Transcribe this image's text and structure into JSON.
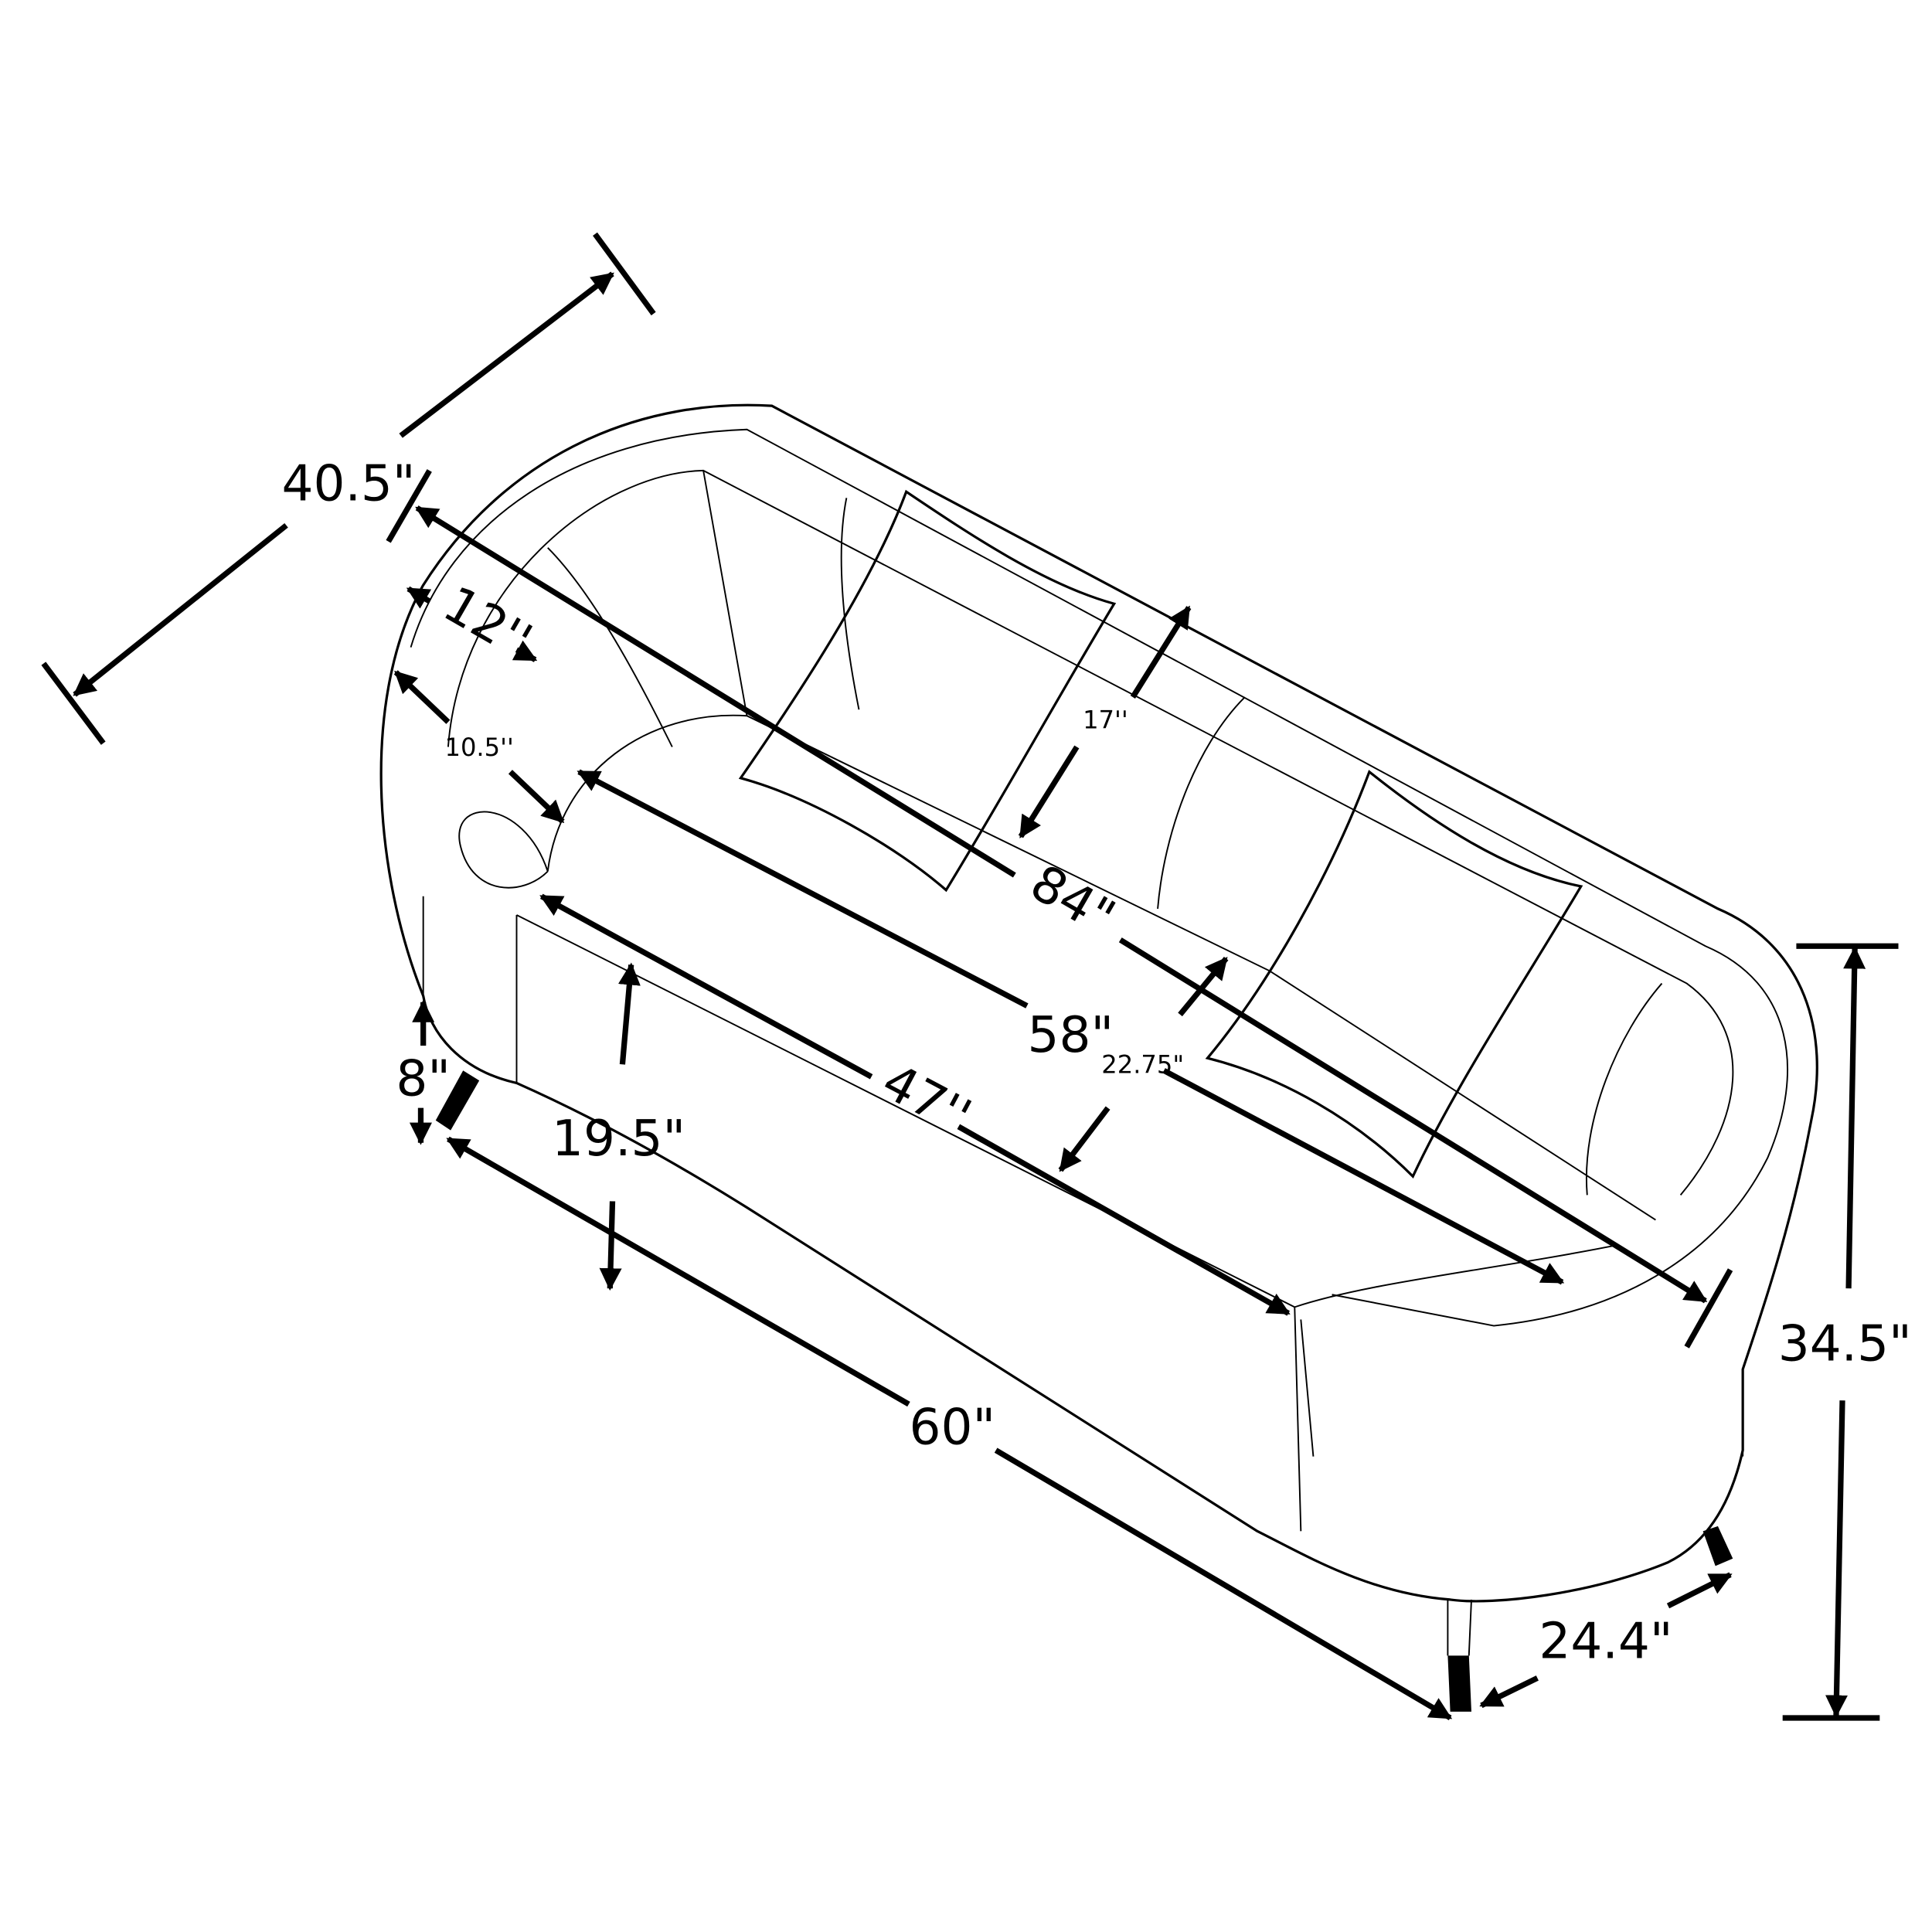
{
  "dimensions": {
    "overall_depth": "40.5\"",
    "overall_length": "84\"",
    "seat_length": "58\"",
    "front_seat_length": "47''",
    "base_length": "60\"",
    "overall_height": "34.5\"",
    "seat_height": "19.5\"",
    "leg_height": "8\"",
    "leg_depth": "24.4\"",
    "back_height": "17''",
    "seat_depth": "22.75\"",
    "arm_width": "12''",
    "arm_inner": "10.5''"
  },
  "colors": {
    "line": "#000000",
    "background": "#ffffff"
  }
}
